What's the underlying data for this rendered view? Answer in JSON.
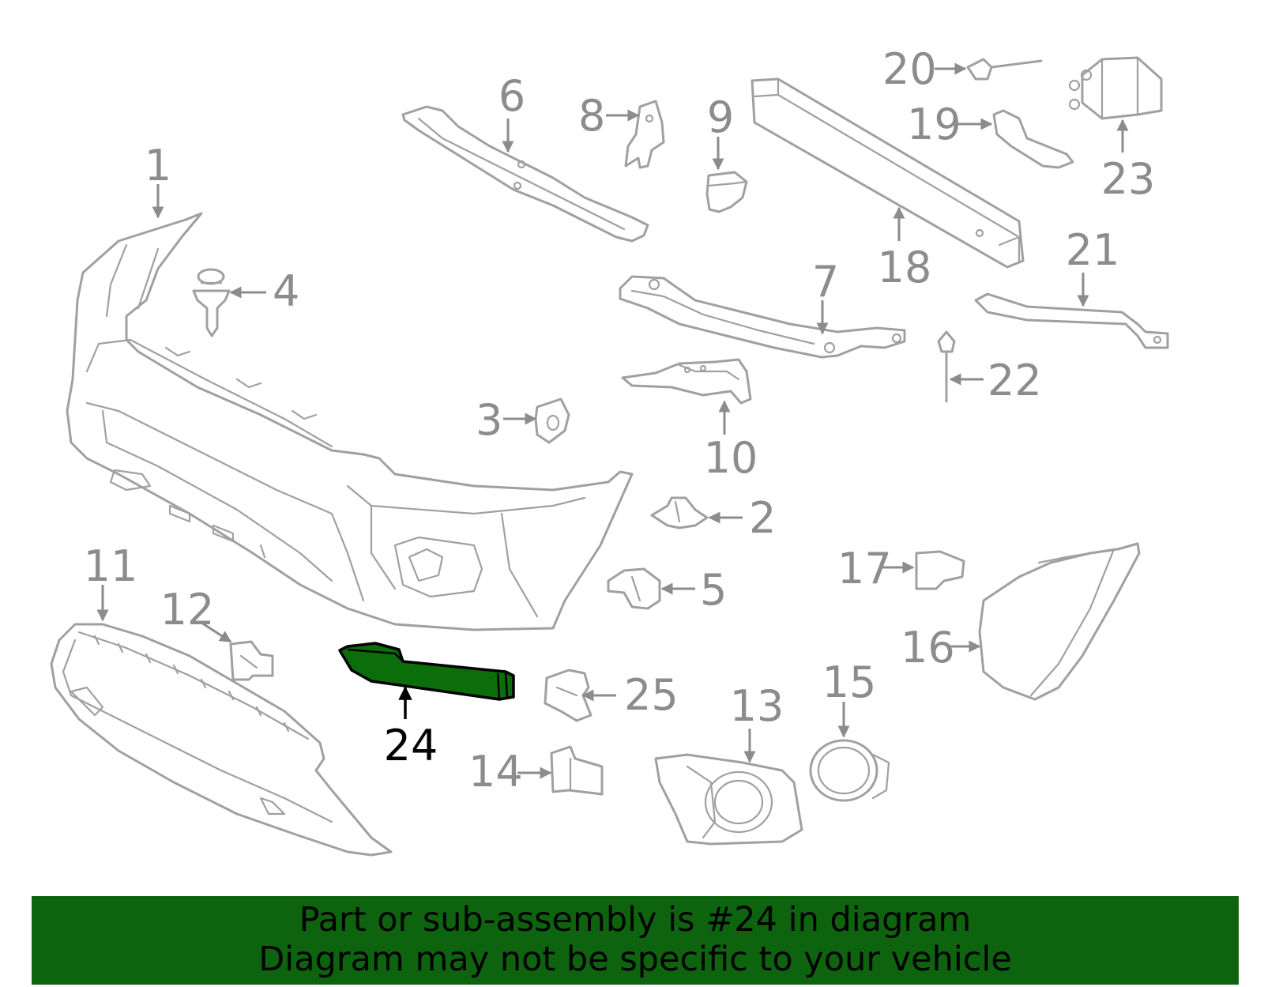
{
  "callouts": {
    "c1": "1",
    "c2": "2",
    "c3": "3",
    "c4": "4",
    "c5": "5",
    "c6": "6",
    "c7": "7",
    "c8": "8",
    "c9": "9",
    "c10": "10",
    "c11": "11",
    "c12": "12",
    "c13": "13",
    "c14": "14",
    "c15": "15",
    "c16": "16",
    "c17": "17",
    "c18": "18",
    "c19": "19",
    "c20": "20",
    "c21": "21",
    "c22": "22",
    "c23": "23",
    "c24": "24",
    "c25": "25"
  },
  "highlight": {
    "part_number": "24",
    "fill_color": "#0b6e0b"
  },
  "banner": {
    "line1": "Part or sub-assembly is #24 in diagram",
    "line2": "Diagram may not be specific to your vehicle",
    "background": "#0e640e"
  }
}
